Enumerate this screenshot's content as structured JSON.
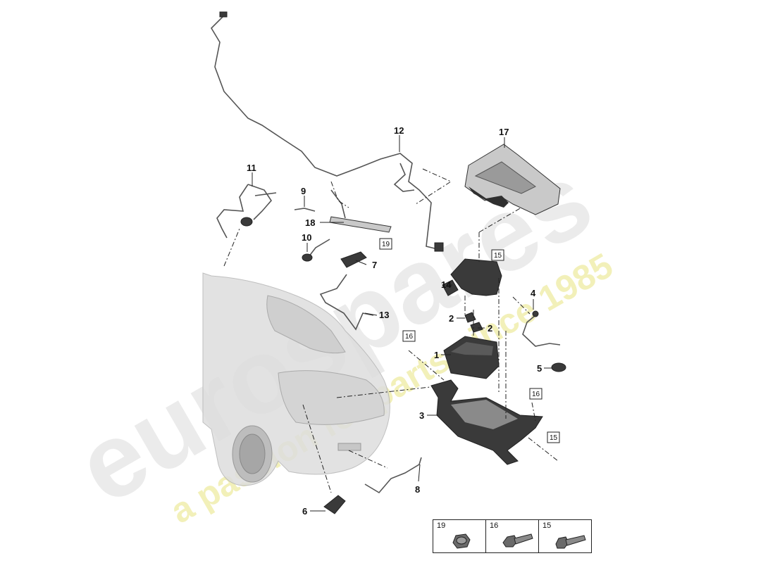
{
  "watermark": {
    "brand_text": "eurospares",
    "slogan_text": "a passion for parts since 1985"
  },
  "callouts": [
    {
      "id": "c1",
      "label": "1"
    },
    {
      "id": "c2a",
      "label": "2"
    },
    {
      "id": "c2b",
      "label": "2"
    },
    {
      "id": "c3",
      "label": "3"
    },
    {
      "id": "c4",
      "label": "4"
    },
    {
      "id": "c5",
      "label": "5"
    },
    {
      "id": "c6",
      "label": "6"
    },
    {
      "id": "c7",
      "label": "7"
    },
    {
      "id": "c8",
      "label": "8"
    },
    {
      "id": "c9",
      "label": "9"
    },
    {
      "id": "c10",
      "label": "10"
    },
    {
      "id": "c11",
      "label": "11"
    },
    {
      "id": "c12",
      "label": "12"
    },
    {
      "id": "c13",
      "label": "13"
    },
    {
      "id": "c14",
      "label": "14"
    },
    {
      "id": "c17",
      "label": "17"
    },
    {
      "id": "c18",
      "label": "18"
    }
  ],
  "boxed_refs": [
    {
      "id": "b19",
      "label": "19"
    },
    {
      "id": "b15a",
      "label": "15"
    },
    {
      "id": "b16a",
      "label": "16"
    },
    {
      "id": "b16b",
      "label": "16"
    },
    {
      "id": "b15b",
      "label": "15"
    }
  ],
  "legend": [
    {
      "label": "19",
      "icon": "nut-icon"
    },
    {
      "label": "16",
      "icon": "flange-bolt-icon"
    },
    {
      "label": "15",
      "icon": "bolt-icon"
    }
  ]
}
